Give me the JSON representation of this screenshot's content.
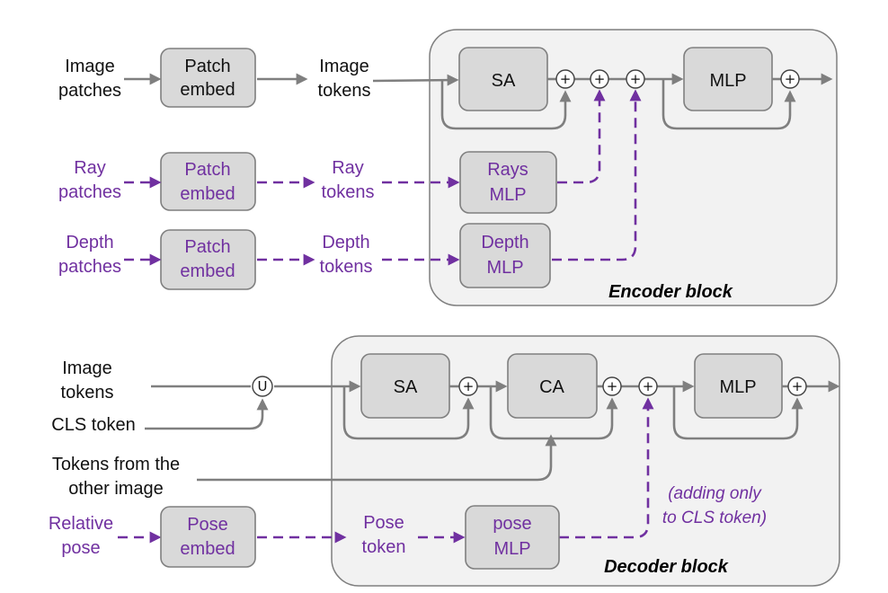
{
  "colors": {
    "gray_arrow": "#7f7f7f",
    "purple_arrow": "#7030a0",
    "node_fill": "#d9d9d9",
    "block_fill": "#f2f2f2"
  },
  "encoder": {
    "title": "Encoder  block",
    "inputs": {
      "image_patches": [
        "Image",
        "patches"
      ],
      "ray_patches": [
        "Ray",
        "patches"
      ],
      "depth_patches": [
        "Depth",
        "patches"
      ]
    },
    "embed_label": [
      "Patch",
      "embed"
    ],
    "tokens": {
      "image": [
        "Image",
        "tokens"
      ],
      "ray": [
        "Ray",
        "tokens"
      ],
      "depth": [
        "Depth",
        "tokens"
      ]
    },
    "sa": "SA",
    "mlp": "MLP",
    "rays_mlp": [
      "Rays",
      "MLP"
    ],
    "depth_mlp": [
      "Depth",
      "MLP"
    ],
    "plus": "+"
  },
  "decoder": {
    "title": "Decoder  block",
    "inputs": {
      "image_tokens": [
        "Image",
        "tokens"
      ],
      "cls_token": "CLS token",
      "other_image": [
        "Tokens from the",
        "other image"
      ],
      "relative_pose": [
        "Relative",
        "pose"
      ]
    },
    "union": "U",
    "pose_embed": [
      "Pose",
      "embed"
    ],
    "pose_token": [
      "Pose",
      "token"
    ],
    "sa": "SA",
    "ca": "CA",
    "mlp": "MLP",
    "pose_mlp": [
      "pose",
      "MLP"
    ],
    "note": [
      "(adding only",
      "to CLS token)"
    ],
    "plus": "+"
  }
}
